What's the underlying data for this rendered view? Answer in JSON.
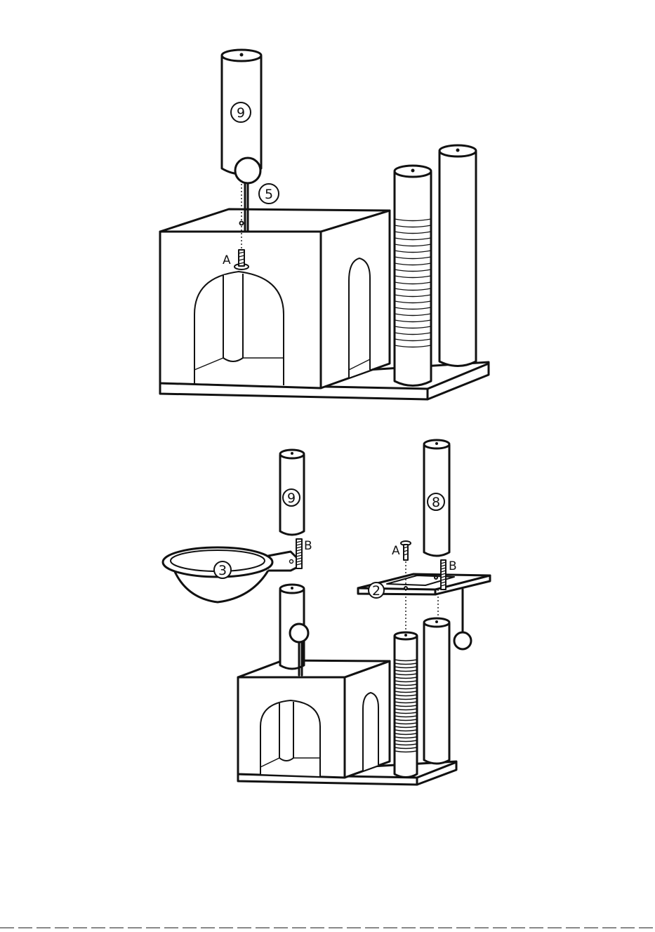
{
  "step1": {
    "labels": {
      "post": "9",
      "toy": "5",
      "screw": "A"
    }
  },
  "step2": {
    "labels": {
      "bowl_post": "9",
      "right_post": "8",
      "bowl": "3",
      "platform": "2",
      "screw_a": "A",
      "bolt_b1": "B",
      "bolt_b2": "B"
    }
  },
  "colors": {
    "line": "#111111",
    "background": "#ffffff"
  }
}
